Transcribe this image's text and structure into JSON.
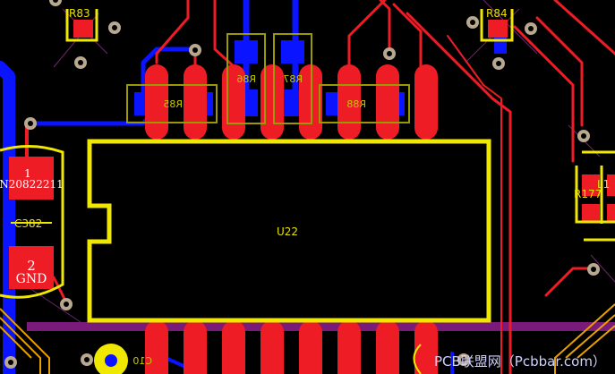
{
  "labels": {
    "u22": "U22",
    "r83": "R83",
    "r84": "R84",
    "r85": "R85",
    "r86": "R86",
    "r87": "R87",
    "r88": "R88",
    "r177": "R177",
    "l1": "L1",
    "c382": "C382",
    "pad1_num": "1",
    "pad1_net": "N20822211",
    "pad2_num": "2",
    "pad2_net": "GND",
    "bottom_ref": "C10",
    "watermark": "PCB联盟网（Pcbbar.com）"
  },
  "colors": {
    "top_copper": "#ee1c24",
    "bottom_copper": "#0a14ff",
    "silkscreen": "#f0e800",
    "bottom_silk": "#9a9a00",
    "keepout": "#8a1a8a",
    "via_ring": "#b8a890",
    "background": "#000000"
  }
}
